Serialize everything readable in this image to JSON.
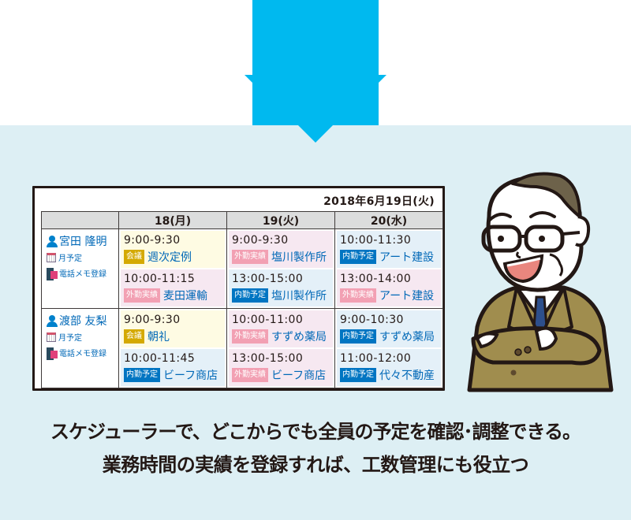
{
  "colors": {
    "arrow": "#00b9ef",
    "panel_bg": "#ddeff4",
    "badge_meeting": "#d4a900",
    "badge_out": "#f2a0b3",
    "badge_in": "#0075c2",
    "link_blue": "#0068b7"
  },
  "scheduler": {
    "current_date": "2018年6月19日(火)",
    "headers": [
      "",
      "18(月)",
      "19(火)",
      "20(水)"
    ],
    "people": [
      {
        "name": "宮田 隆明",
        "links": [
          {
            "icon": "calendar-icon",
            "label": "月予定"
          },
          {
            "icon": "phone-memo-icon",
            "label": "電話メモ登録"
          }
        ],
        "days": [
          [
            {
              "time": "9:00-9:30",
              "badge": "会議",
              "type": "meeting",
              "title": "週次定例"
            },
            {
              "time": "10:00-11:15",
              "badge": "外勤実績",
              "type": "out",
              "title": "麦田運輸"
            }
          ],
          [
            {
              "time": "9:00-9:30",
              "badge": "外勤実績",
              "type": "out",
              "title": "塩川製作所"
            },
            {
              "time": "13:00-15:00",
              "badge": "内勤予定",
              "type": "in",
              "title": "塩川製作所"
            }
          ],
          [
            {
              "time": "10:00-11:30",
              "badge": "内勤予定",
              "type": "in",
              "title": "アート建設"
            },
            {
              "time": "13:00-14:00",
              "badge": "外勤実績",
              "type": "out",
              "title": "アート建設"
            }
          ]
        ]
      },
      {
        "name": "渡部 友梨",
        "links": [
          {
            "icon": "calendar-icon",
            "label": "月予定"
          },
          {
            "icon": "phone-memo-icon",
            "label": "電話メモ登録"
          }
        ],
        "days": [
          [
            {
              "time": "9:00-9:30",
              "badge": "会議",
              "type": "meeting",
              "title": "朝礼"
            },
            {
              "time": "10:00-11:45",
              "badge": "内勤予定",
              "type": "in",
              "title": "ビーフ商店"
            }
          ],
          [
            {
              "time": "10:00-11:00",
              "badge": "外勤実績",
              "type": "out",
              "title": "すずめ薬局"
            },
            {
              "time": "13:00-15:00",
              "badge": "外勤実績",
              "type": "out",
              "title": "ビーフ商店"
            }
          ],
          [
            {
              "time": "9:00-10:30",
              "badge": "内勤予定",
              "type": "in",
              "title": "すずめ薬局"
            },
            {
              "time": "11:00-12:00",
              "badge": "内勤予定",
              "type": "in",
              "title": "代々不動産"
            }
          ]
        ]
      }
    ]
  },
  "character": {
    "icon": "businessman-arms-crossed-illustration"
  },
  "caption": {
    "line1": "スケジューラーで、どこからでも全員の予定を確認･調整できる。",
    "line2": "業務時間の実績を登録すれば、工数管理にも役立つ"
  }
}
